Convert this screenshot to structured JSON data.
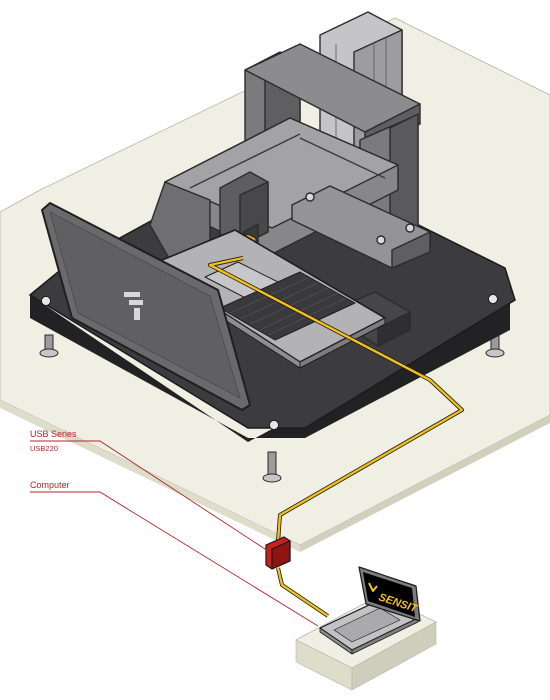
{
  "callouts": {
    "usb_series": "USB Series",
    "usb_model": "USB220",
    "computer": "Computer"
  },
  "logos": {
    "small_laptop_brand": "SENSIT"
  },
  "colors": {
    "background": "#ffffff",
    "floor": "#f0efe3",
    "floor_edge": "#d9d7c6",
    "plate": "#3c3c3e",
    "machine_gray": "#808083",
    "cable": "#f2c01d",
    "leader_line": "#b3262c",
    "usb_device": "#c8201f"
  }
}
